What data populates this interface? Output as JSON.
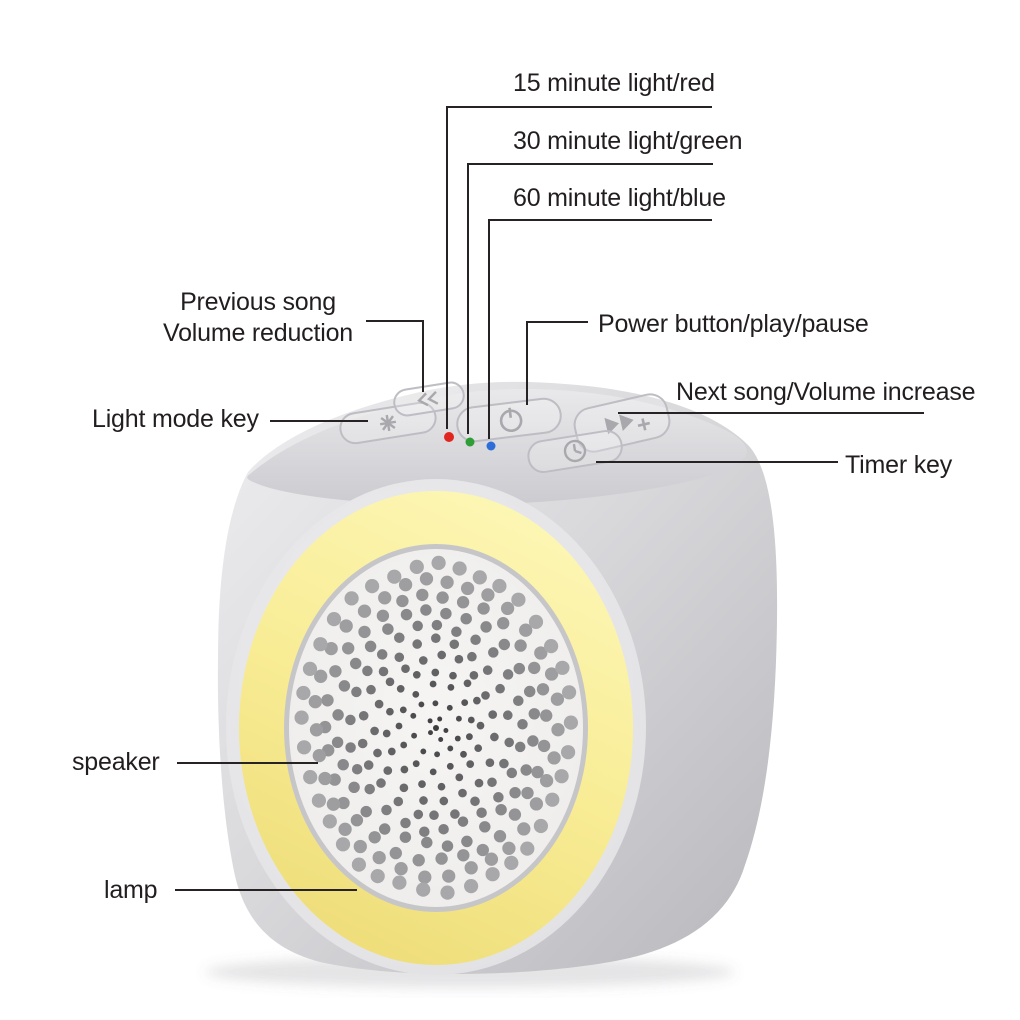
{
  "diagram": {
    "product": "white-noise-machine-speaker",
    "callouts": {
      "timer_led_15": "15 minute light/red",
      "timer_led_30": "30 minute light/green",
      "timer_led_60": "60 minute light/blue",
      "previous_song": "Previous song",
      "volume_reduction": "Volume reduction",
      "light_mode_key": "Light mode key",
      "power_button": "Power button/play/pause",
      "next_song": "Next song/Volume increase",
      "timer_key": "Timer key",
      "speaker": "speaker",
      "lamp": "lamp"
    },
    "icons": {
      "light_mode": "light-mode-icon",
      "previous": "previous-track-icon",
      "power": "power-icon",
      "next": "next-track-icon",
      "timer": "timer-icon"
    },
    "colors": {
      "led_red": "#e0261f",
      "led_green": "#2f9e36",
      "led_blue": "#2f6ed8",
      "lamp_yellow": "#f8ec95",
      "body_gray": "#d6d6da",
      "annotation": "#272324"
    }
  }
}
